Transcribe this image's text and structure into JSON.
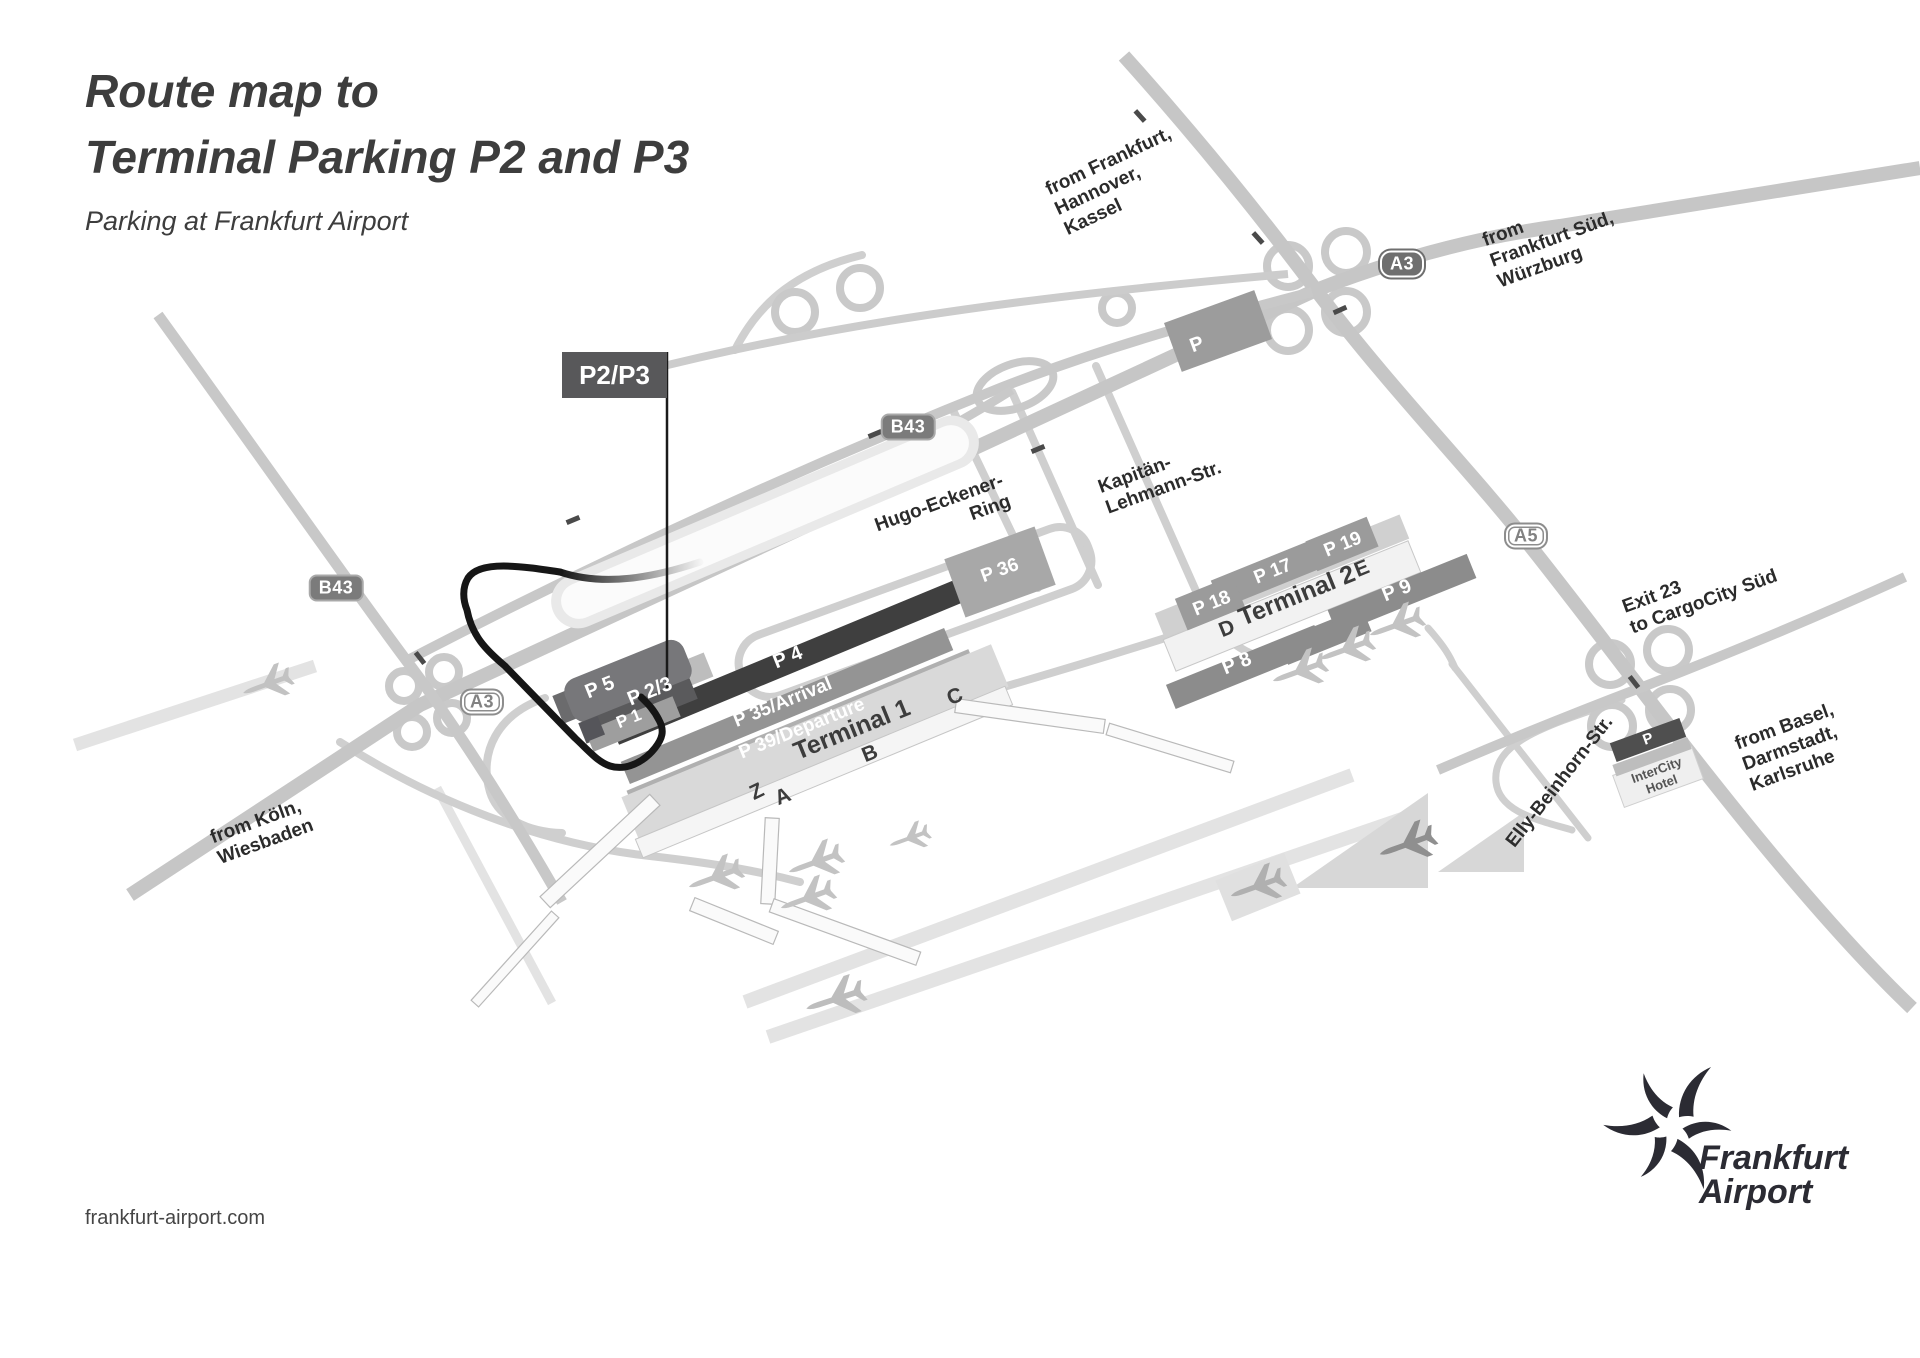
{
  "header": {
    "title_line1": "Route map to",
    "title_line2": "Terminal Parking P2 and P3",
    "subtitle": "Parking at Frankfurt Airport"
  },
  "footer": {
    "website": "frankfurt-airport.com"
  },
  "logo": {
    "line1": "Frankfurt",
    "line2": "Airport"
  },
  "map": {
    "callout": "P2/P3",
    "badges": {
      "b43_west": "B43",
      "b43_mid": "B43",
      "a3_west": "A3",
      "a3_east": "A3",
      "a5": "A5"
    },
    "directions": {
      "north": [
        "from Frankfurt,",
        "Hannover,",
        "Kassel"
      ],
      "east": [
        "from",
        "Frankfurt Süd,",
        "Würzburg"
      ],
      "west": [
        "from Köln,",
        "Wiesbaden"
      ],
      "south": [
        "from Basel,",
        "Darmstadt,",
        "Karlsruhe"
      ],
      "exit": [
        "Exit 23",
        "to CargoCity Süd"
      ]
    },
    "streets": {
      "hugo": [
        "Hugo-Eckener-",
        "Ring"
      ],
      "kapitaen": [
        "Kapitän-",
        "Lehmann-Str."
      ],
      "elly": "Elly-Beinhorn-Str."
    },
    "terminal1": {
      "name": "Terminal 1",
      "gates": [
        "Z",
        "A",
        "B",
        "C"
      ],
      "parking": {
        "p4": "P 4",
        "p35": "P 35/Arrival",
        "p39": "P 39/Departure",
        "p5": "P 5",
        "p23": "P 2/3",
        "p1": "P 1"
      }
    },
    "terminal2": {
      "name": "Terminal 2",
      "gates": [
        "D",
        "E"
      ],
      "parking": {
        "p17": "P 17",
        "p18": "P 18",
        "p19": "P 19",
        "p8": "P 8",
        "p9": "P 9"
      }
    },
    "other_parking": {
      "p36": "P 36",
      "p_north": "P",
      "p_hotel": "P"
    },
    "hotel": [
      "InterCity",
      "Hotel"
    ],
    "colors": {
      "route_highlight": "#161616",
      "road": "#c6c6c6",
      "dark_parking": "#3f3f3f",
      "callout_bg": "#58585a"
    }
  }
}
